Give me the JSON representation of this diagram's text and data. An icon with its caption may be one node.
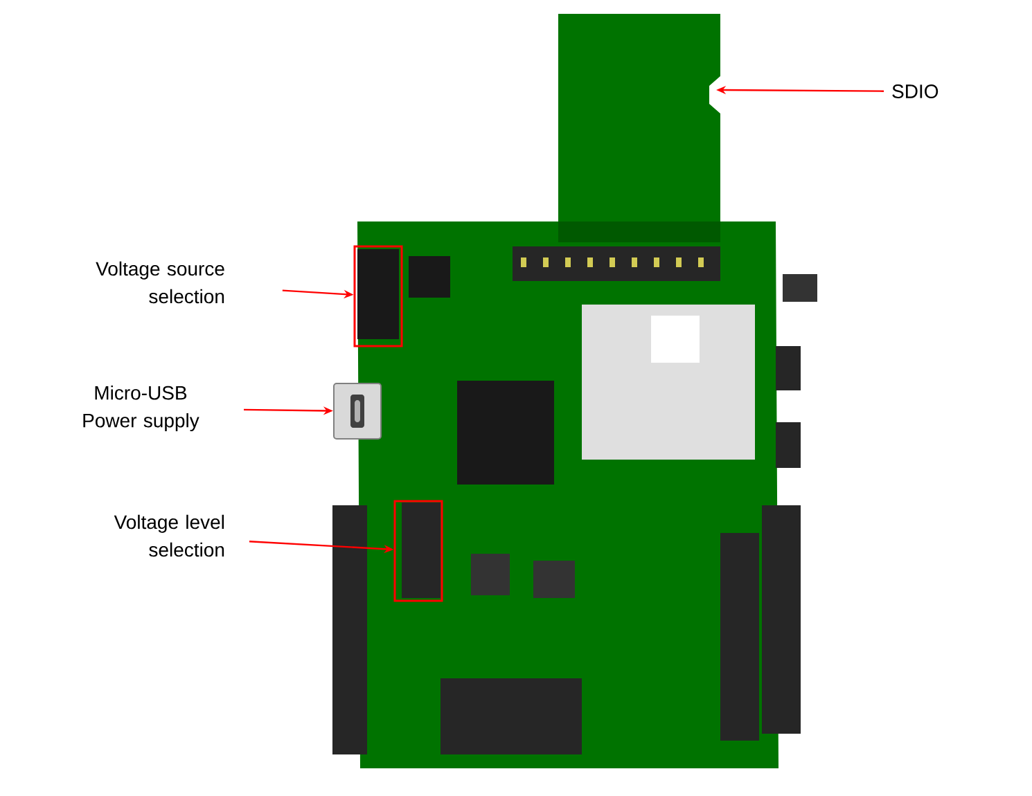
{
  "diagram": {
    "nodes": [
      {
        "text": [
          "SDIO"
        ]
      },
      {
        "text": [
          "Voltage source selection"
        ]
      },
      {
        "text": [
          "Micro-USB Power supply"
        ]
      },
      {
        "text": [
          "Voltage level selection"
        ]
      },
      {
        "text": [],
        "shape": "box"
      },
      {
        "text": [],
        "shape": "picture"
      },
      {
        "text": [],
        "shape": "box"
      }
    ],
    "edges": [
      {
        "from": 0,
        "to": null,
        "arrow": "to"
      },
      {
        "from": 1,
        "to": 4,
        "arrow": "to"
      },
      {
        "from": 2,
        "to": 5,
        "arrow": "to"
      },
      {
        "from": 3,
        "to": 6,
        "arrow": "to"
      }
    ]
  }
}
